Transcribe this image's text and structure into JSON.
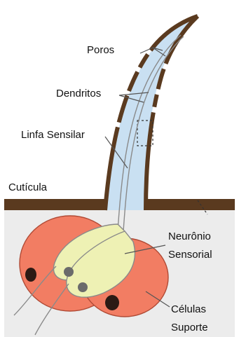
{
  "labels": {
    "poros": "Poros",
    "dendritos": "Dendritos",
    "linfa": "Linfa Sensilar",
    "cuticula": "Cutícula",
    "neuronio_1": "Neurônio",
    "neuronio_2": "Sensorial",
    "celulas_1": "Células",
    "celulas_2": "Suporte"
  },
  "colors": {
    "cuticle": "#5a3a1f",
    "lymph": "#c9e0f2",
    "tissue": "#ececec",
    "neuron": "#eef1b4",
    "support_cell": "#f27d63",
    "nucleus_dark": "#2c1a14",
    "nucleus_grey": "#6b6b6b",
    "outline": "#8a8a8a"
  }
}
